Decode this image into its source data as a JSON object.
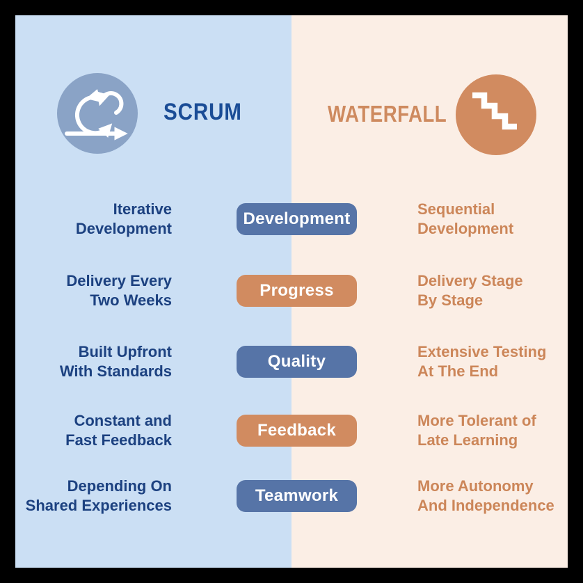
{
  "colors": {
    "frame": "#000000",
    "scrum-bg": "#CBDFF4",
    "waterfall-bg": "#FBEEE5",
    "scrum-circle": "#8AA3C6",
    "waterfall-circle": "#D18B60",
    "pill-blue": "#5674A7",
    "pill-orange": "#D18B60",
    "scrum-title": "#1A4C96",
    "waterfall-title": "#CE8A5F",
    "scrum-text": "#1C4180",
    "waterfall-text": "#CC8659",
    "pill-text": "#FFFFFF"
  },
  "header": {
    "scrum": {
      "title": "SCRUM",
      "icon": "scrum-iteration-cycle-icon"
    },
    "waterfall": {
      "title": "WATERFALL",
      "icon": "waterfall-steps-icon"
    }
  },
  "rows": [
    {
      "category": "Development",
      "pill_color": "blue",
      "scrum_line1": "Iterative",
      "scrum_line2": "Development",
      "waterfall_line1": "Sequential",
      "waterfall_line2": "Development"
    },
    {
      "category": "Progress",
      "pill_color": "orange",
      "scrum_line1": "Delivery Every",
      "scrum_line2": "Two Weeks",
      "waterfall_line1": "Delivery Stage",
      "waterfall_line2": "By Stage"
    },
    {
      "category": "Quality",
      "pill_color": "blue",
      "scrum_line1": "Built Upfront",
      "scrum_line2": "With Standards",
      "waterfall_line1": "Extensive Testing",
      "waterfall_line2": "At The End"
    },
    {
      "category": "Feedback",
      "pill_color": "orange",
      "scrum_line1": "Constant and",
      "scrum_line2": "Fast Feedback",
      "waterfall_line1": "More Tolerant of",
      "waterfall_line2": "Late Learning"
    },
    {
      "category": "Teamwork",
      "pill_color": "blue",
      "scrum_line1": "Depending On",
      "scrum_line2": "Shared Experiences",
      "waterfall_line1": "More Autonomy",
      "waterfall_line2": "And Independence"
    }
  ]
}
